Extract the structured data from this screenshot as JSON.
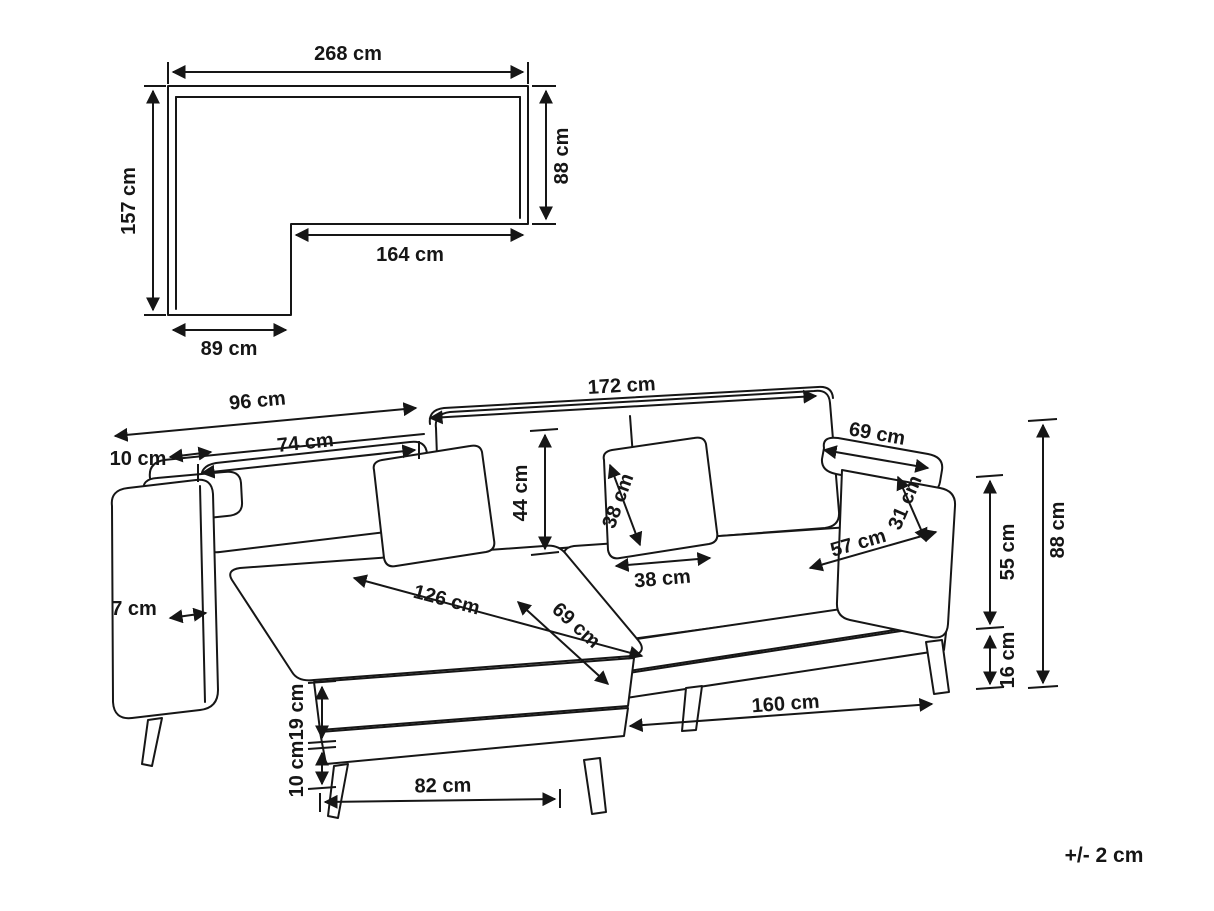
{
  "tolerance_note": "+/- 2 cm",
  "top_view": {
    "width_total": "268 cm",
    "depth_left": "157 cm",
    "depth_right": "88 cm",
    "inner_width": "164 cm",
    "chaise_width": "89 cm"
  },
  "front_view": {
    "left_back_width": "96 cm",
    "right_back_width": "172 cm",
    "arm_top_inset": "10 cm",
    "left_back_cushion_width": "74 cm",
    "back_cushion_height": "44 cm",
    "pillow_height": "38 cm",
    "pillow_width": "38 cm",
    "seat_depth": "57 cm",
    "right_arm_length": "69 cm",
    "right_back_depth": "31 cm",
    "seat_height": "55 cm",
    "total_height": "88 cm",
    "leg_height": "16 cm",
    "left_arm_width": "7 cm",
    "chaise_length": "126 cm",
    "chaise_seat_width": "69 cm",
    "front_width": "160 cm",
    "seat_cushion_height": "19 cm",
    "base_height": "10 cm",
    "chaise_front_width": "82 cm"
  }
}
